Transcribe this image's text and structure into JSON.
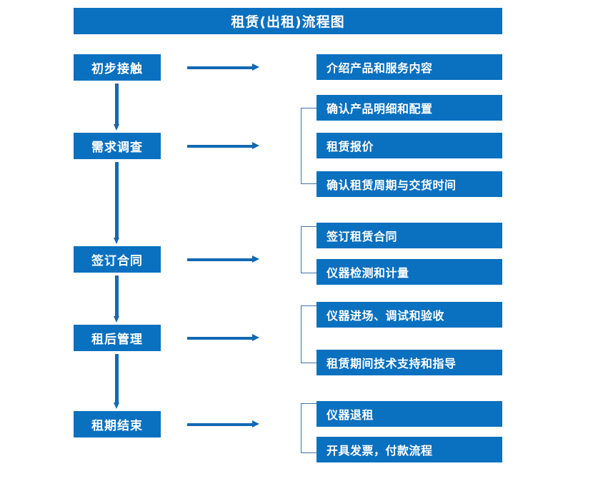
{
  "diagram": {
    "title": "租赁(出租)流程图",
    "colors": {
      "box_fill": "#0A70C0",
      "box_text": "#FFFFFF",
      "arrow": "#1268B3",
      "bracket": "#3E73A8",
      "background": "#FFFFFF"
    }
  },
  "stages": [
    {
      "label": "初步接触"
    },
    {
      "label": "需求调查"
    },
    {
      "label": "签订合同"
    },
    {
      "label": "租后管理"
    },
    {
      "label": "租期结束"
    }
  ],
  "details": [
    {
      "label": "介绍产品和服务内容"
    },
    {
      "label": "确认产品明细和配置"
    },
    {
      "label": "租赁报价"
    },
    {
      "label": "确认租赁周期与交货时间"
    },
    {
      "label": "签订租赁合同"
    },
    {
      "label": "仪器检测和计量"
    },
    {
      "label": "仪器进场、调试和验收"
    },
    {
      "label": "租赁期间技术支持和指导"
    },
    {
      "label": "仪器退租"
    },
    {
      "label": "开具发票，付款流程"
    }
  ]
}
